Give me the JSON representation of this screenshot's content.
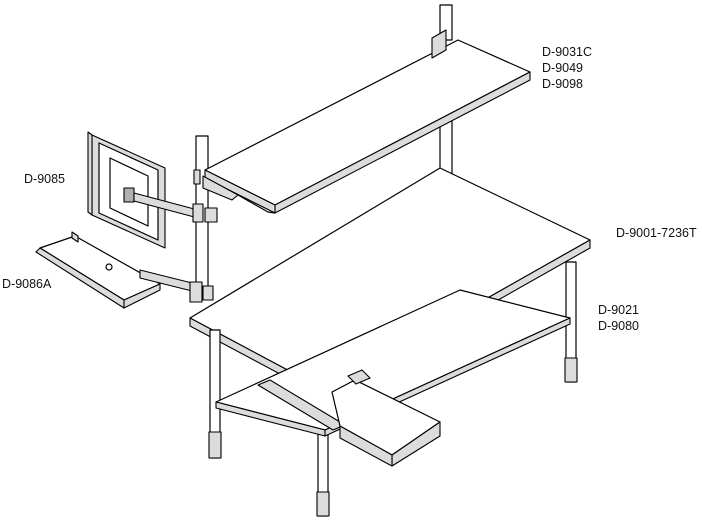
{
  "labels": {
    "top_shelf": [
      "D-9031C",
      "D-9049",
      "D-9098"
    ],
    "monitor_arm": [
      "D-9085"
    ],
    "keyboard_tray": [
      "D-9086A"
    ],
    "workbench": [
      "D-9001-7236T"
    ],
    "lower_parts": [
      "D-9021",
      "D-9080"
    ]
  }
}
